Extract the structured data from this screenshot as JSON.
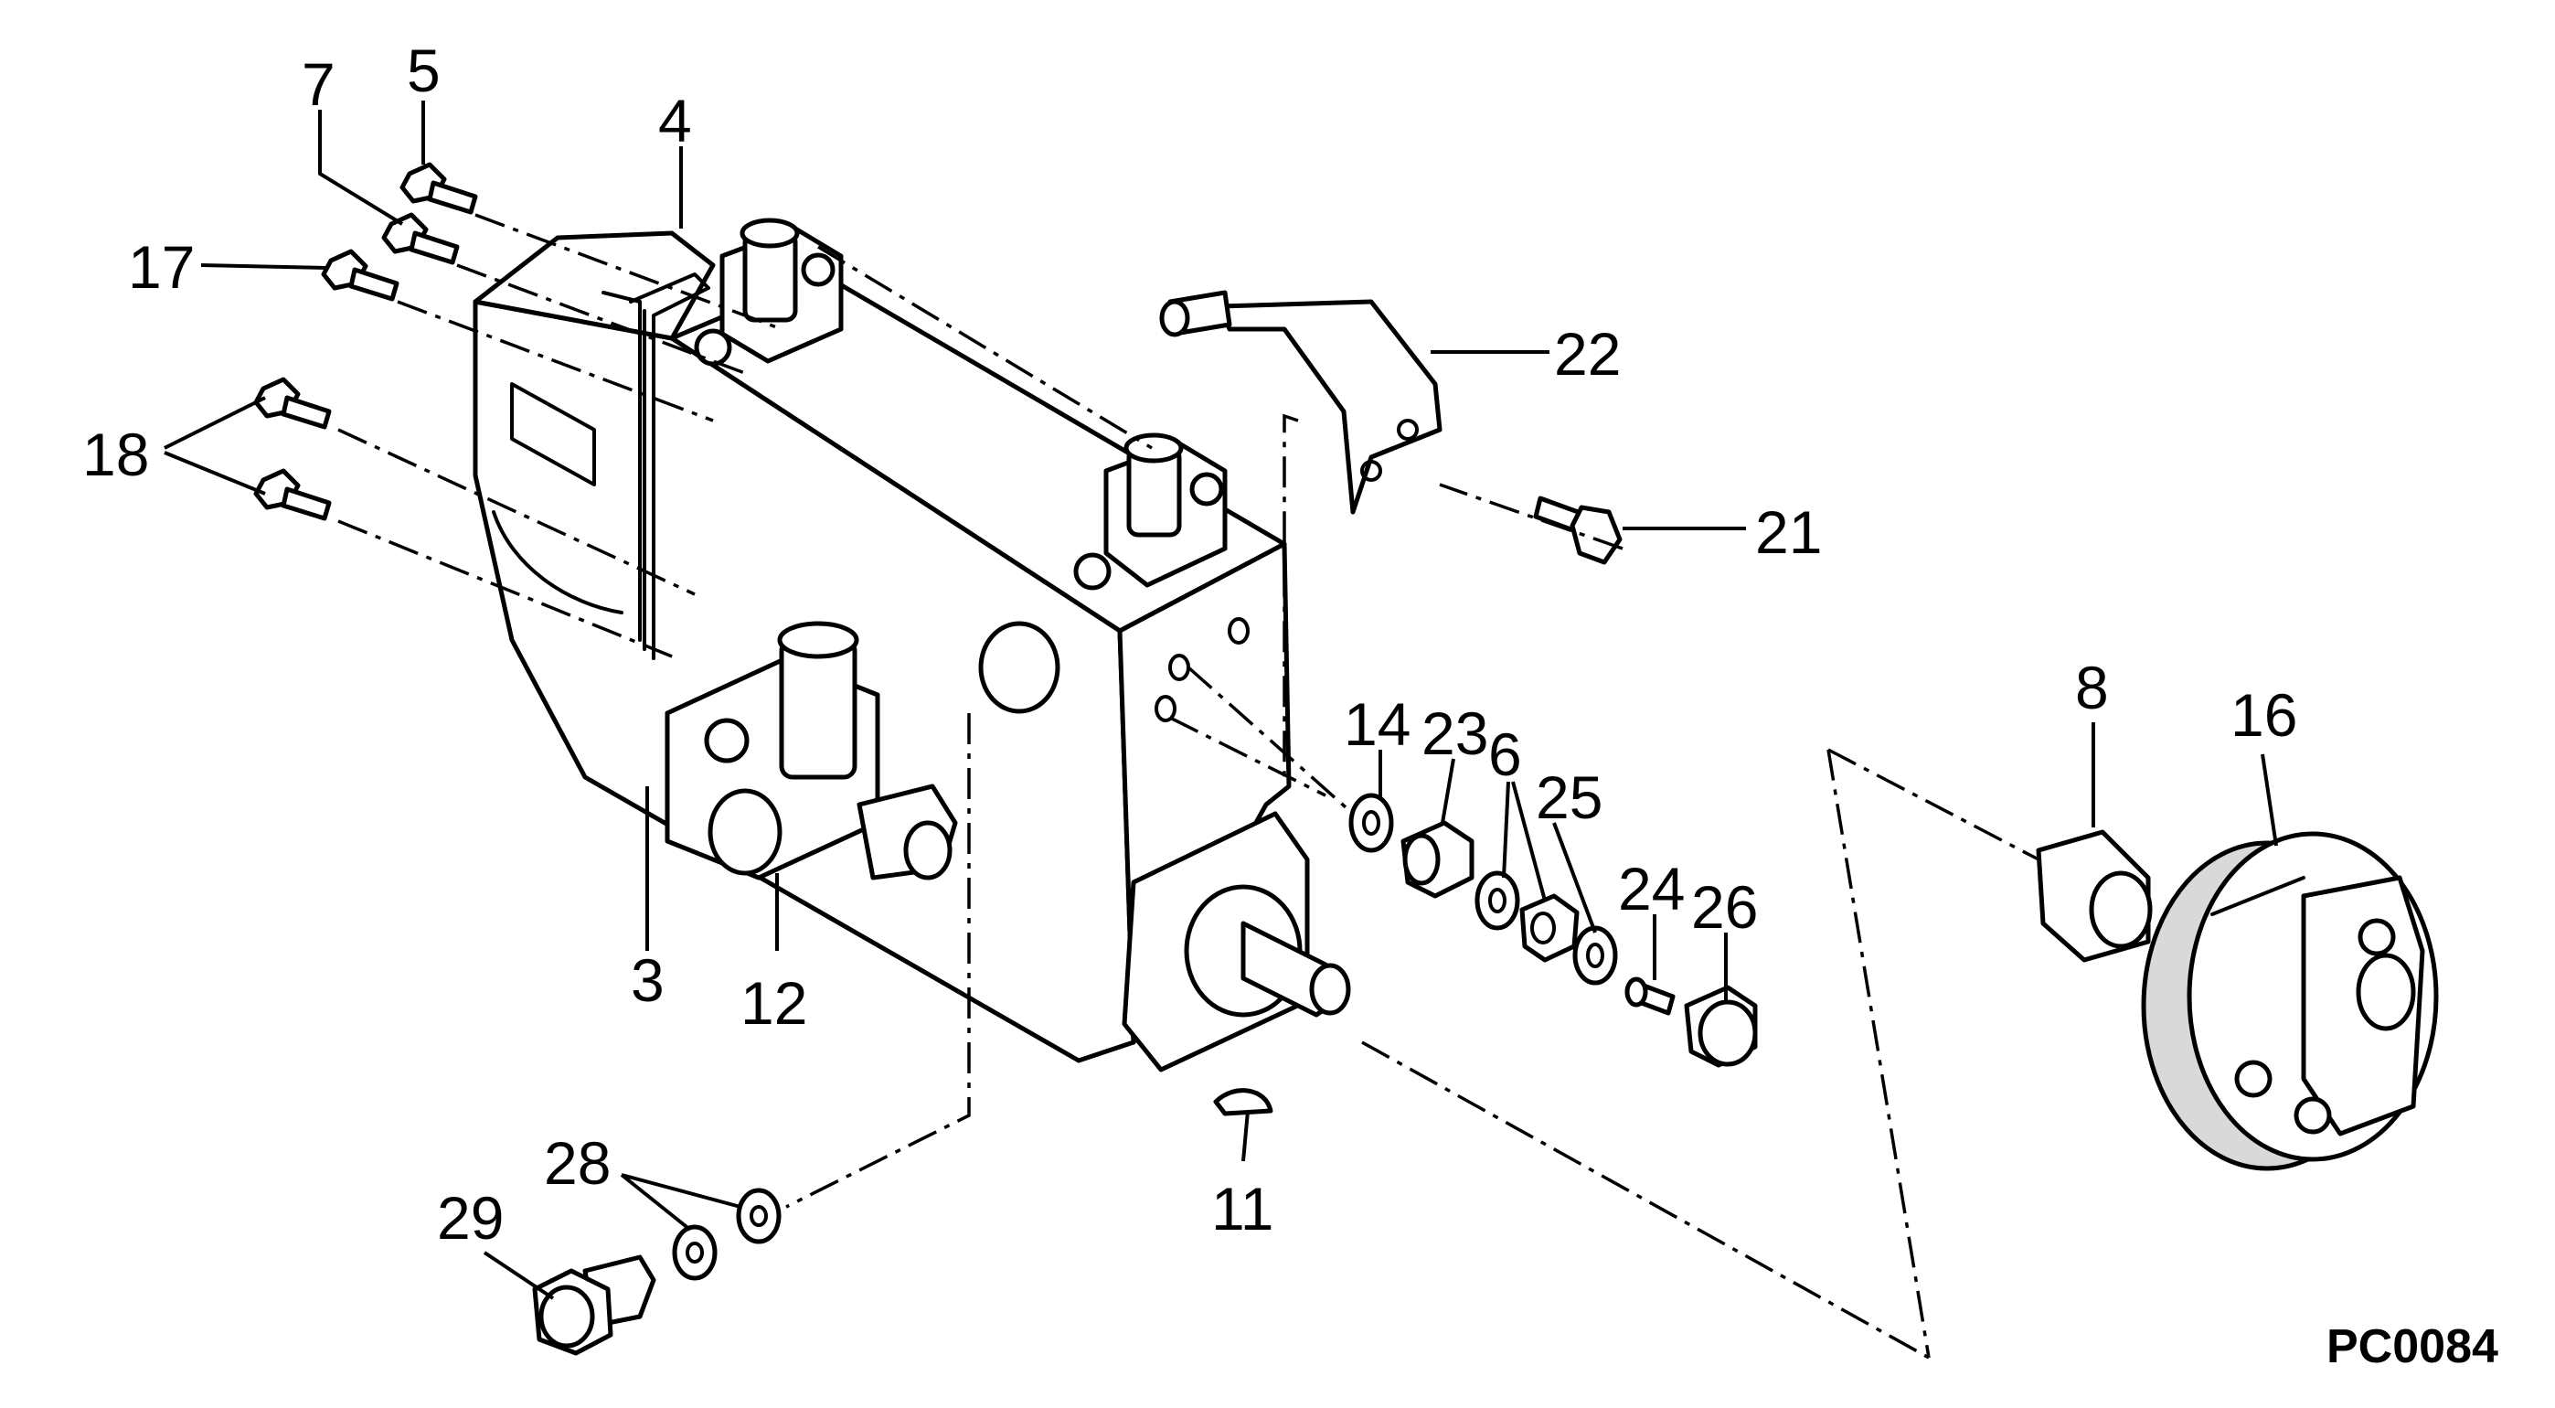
{
  "diagram": {
    "figure_code": "PC0084",
    "callouts": {
      "c3": "3",
      "c4": "4",
      "c5": "5",
      "c6": "6",
      "c7": "7",
      "c8": "8",
      "c11": "11",
      "c12": "12",
      "c14": "14",
      "c16": "16",
      "c17": "17",
      "c18": "18",
      "c21": "21",
      "c22": "22",
      "c23": "23",
      "c24": "24",
      "c25": "25",
      "c26": "26",
      "c28": "28",
      "c29": "29"
    },
    "colors": {
      "line": "#000000",
      "background": "#ffffff"
    }
  }
}
